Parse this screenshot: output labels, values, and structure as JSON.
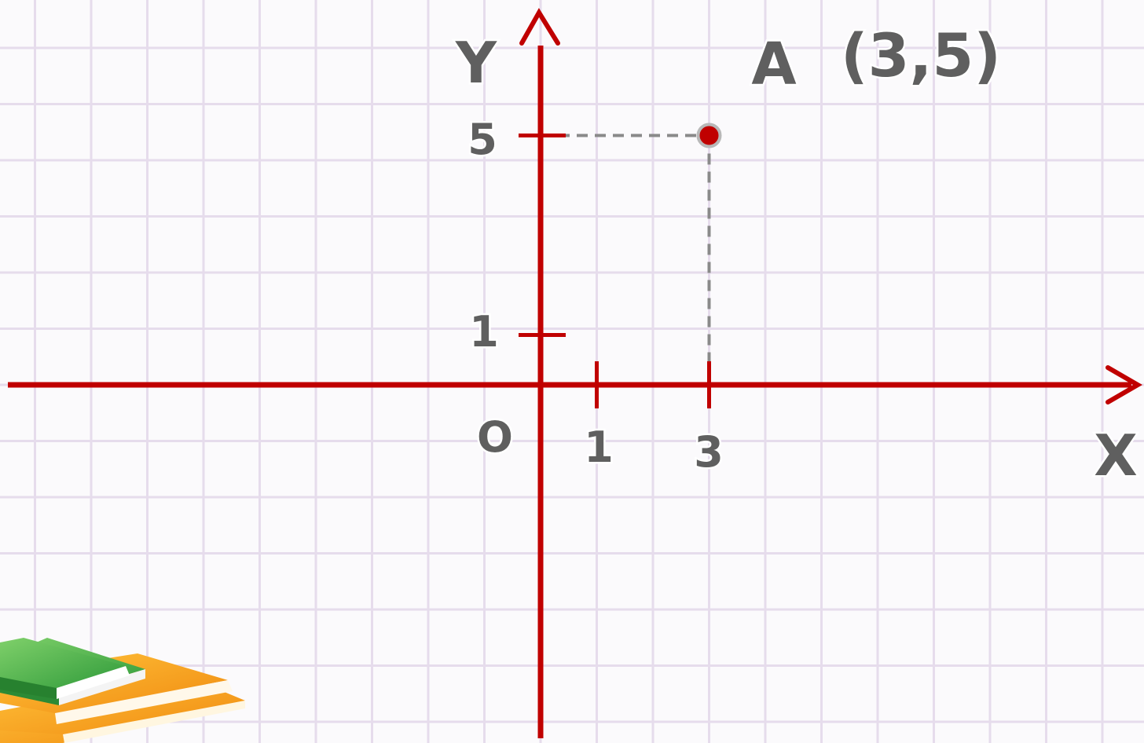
{
  "axes": {
    "x_label": "X",
    "y_label": "Y",
    "origin_label": "O",
    "x_tick_labels": [
      "1",
      "3"
    ],
    "y_tick_labels": [
      "1",
      "5"
    ],
    "color": "#c00000"
  },
  "point": {
    "name": "A",
    "coords_label": "(3,5)",
    "x": 3,
    "y": 5,
    "color": "#c00000",
    "guide_color": "#8a8a8a"
  },
  "grid": {
    "visible": true,
    "color": "#e6dcec"
  },
  "decoration": {
    "icon": "books-stack-icon"
  }
}
